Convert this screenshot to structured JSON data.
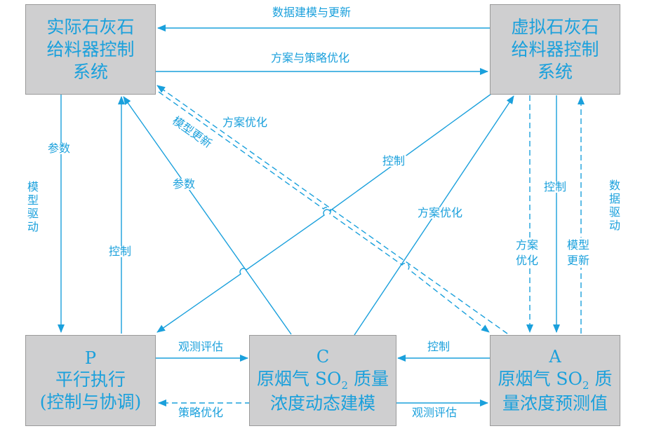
{
  "nodes": {
    "real_system": {
      "lines": [
        "实际石灰石",
        "给料器控制",
        "系统"
      ]
    },
    "virtual_system": {
      "lines": [
        "虚拟石灰石",
        "给料器控制",
        "系统"
      ]
    },
    "p_node": {
      "letter": "P",
      "lines": [
        "平行执行",
        "(控制与协调)"
      ]
    },
    "c_node": {
      "letter": "C",
      "line1_pre": "原烟气 SO",
      "sub": "2",
      "line1_post": " 质量",
      "line2": "浓度动态建模"
    },
    "a_node": {
      "letter": "A",
      "line1_pre": "原烟气 SO",
      "sub": "2",
      "line1_post": " 质",
      "line2": "量浓度预测值"
    }
  },
  "labels": {
    "data_model_update": "数据建模与更新",
    "plan_strategy_opt": "方案与策略优化",
    "params_left": "参数",
    "model_driven_left": "模型驱动",
    "control_left": "控制",
    "params_mid": "参数",
    "plan_opt_diag": "方案优化",
    "model_update_diag": "模型更新",
    "control_diag": "控制",
    "plan_opt_mid": "方案优化",
    "control_right": "控制",
    "data_driven_right": "数据驱动",
    "plan_opt_right": "方案优化",
    "model_update_right": "模型更新",
    "observe_eval_pc": "观测评估",
    "strategy_opt_cp": "策略优化",
    "control_ac": "控制",
    "observe_eval_ca": "观测评估"
  },
  "colors": {
    "line": "#1aa0dc",
    "box_fill": "#cfcfd0",
    "box_border": "#9a9a9a"
  }
}
